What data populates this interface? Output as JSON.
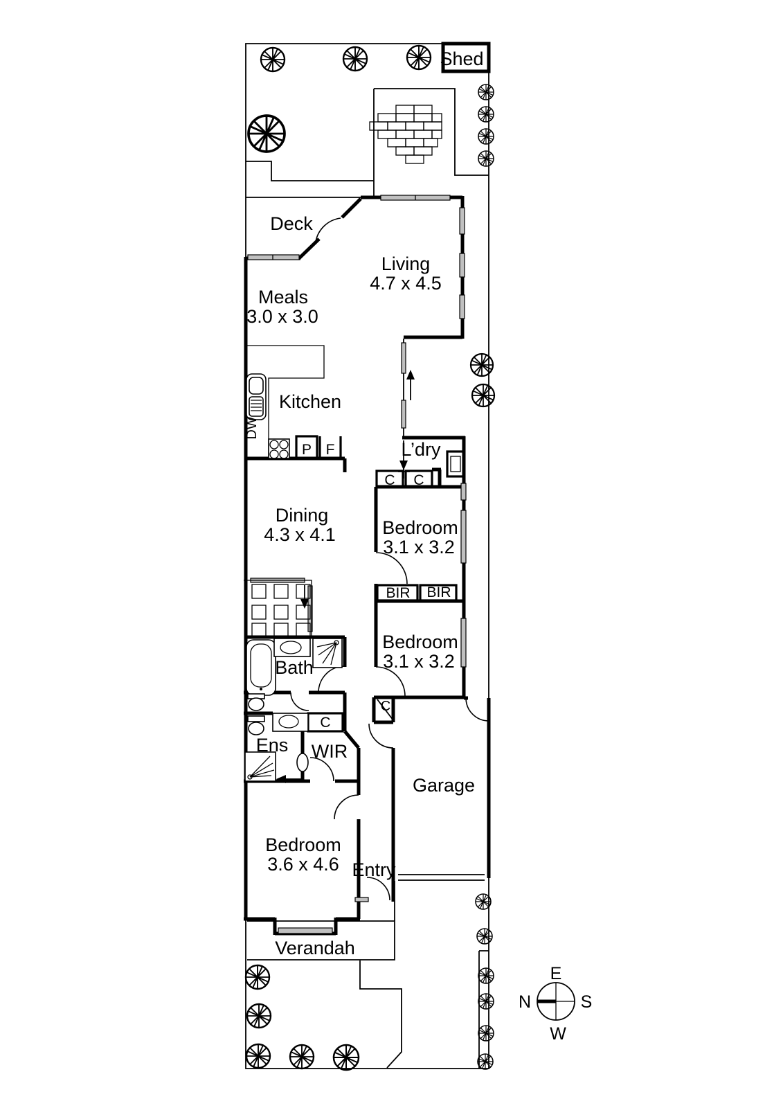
{
  "page": {
    "background": "#ffffff",
    "ink": "#000000",
    "window_fill": "#c0c0c0"
  },
  "floorplan": {
    "shed": {
      "label": "Shed"
    },
    "deck": {
      "label": "Deck"
    },
    "living": {
      "label": "Living",
      "dims": "4.7 x 4.5"
    },
    "meals": {
      "label": "Meals",
      "dims": "3.0 x 3.0"
    },
    "kitchen": {
      "label": "Kitchen",
      "dishwasher": "DW",
      "pantry": "P",
      "fridge": "F"
    },
    "laundry": {
      "label": "L’dry",
      "cupboards": [
        "C",
        "C"
      ]
    },
    "dining": {
      "label": "Dining",
      "dims": "4.3 x 4.1"
    },
    "bedroom1": {
      "label": "Bedroom",
      "dims": "3.1 x 3.2"
    },
    "robes": [
      "BIR",
      "BIR"
    ],
    "bedroom2": {
      "label": "Bedroom",
      "dims": "3.1 x 3.2"
    },
    "bath": {
      "label": "Bath"
    },
    "ensuite": {
      "label": "Ens",
      "cupboard": "C"
    },
    "wir": {
      "label": "WIR"
    },
    "hall": {
      "cupboard": "C"
    },
    "garage": {
      "label": "Garage"
    },
    "bedroom3": {
      "label": "Bedroom",
      "dims": "3.6 x 4.6"
    },
    "entry": {
      "label": "Entry"
    },
    "verandah": {
      "label": "Verandah"
    }
  },
  "compass": {
    "top": "E",
    "left": "N",
    "right": "S",
    "bottom": "W"
  }
}
